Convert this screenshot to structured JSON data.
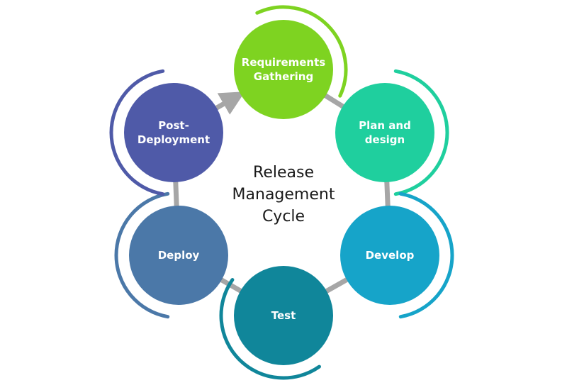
{
  "diagram": {
    "center_title": [
      "Release",
      "Management",
      "Cycle"
    ],
    "connector_color": "#a6a6a6",
    "stages": [
      {
        "id": "requirements",
        "lines": [
          "Requirements",
          "Gathering"
        ],
        "color": "#7ed321",
        "accent": "#7ed321"
      },
      {
        "id": "plan",
        "lines": [
          "Plan and",
          "design"
        ],
        "color": "#1fcf9e",
        "accent": "#1fcf9e"
      },
      {
        "id": "develop",
        "lines": [
          "Develop"
        ],
        "color": "#16a4c9",
        "accent": "#16a4c9"
      },
      {
        "id": "test",
        "lines": [
          "Test"
        ],
        "color": "#10869a",
        "accent": "#10869a"
      },
      {
        "id": "deploy",
        "lines": [
          "Deploy"
        ],
        "color": "#4b78a8",
        "accent": "#4b78a8"
      },
      {
        "id": "post-deployment",
        "lines": [
          "Post-",
          "Deployment"
        ],
        "color": "#4f5aa8",
        "accent": "#4f5aa8"
      }
    ]
  }
}
